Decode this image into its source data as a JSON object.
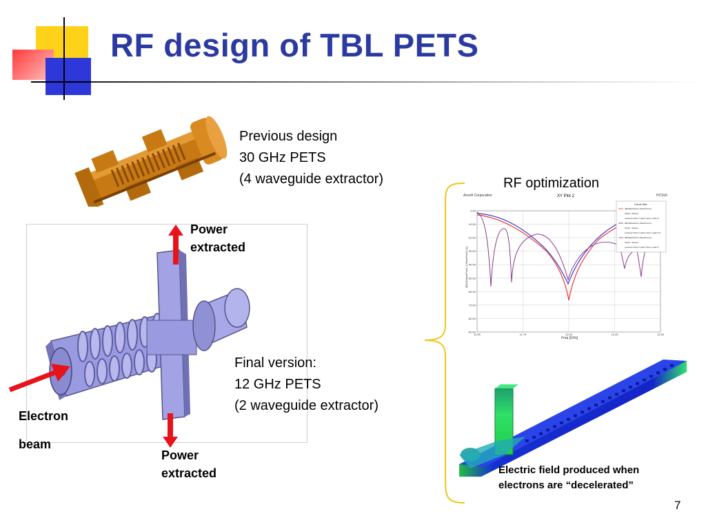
{
  "slide": {
    "title": "RF design of TBL PETS",
    "page_number": "7"
  },
  "previous": {
    "line1": "Previous design",
    "line2": "30 GHz PETS",
    "line3": "(4 waveguide extractor)"
  },
  "final": {
    "line1": "Final version:",
    "line2": "12 GHz PETS",
    "line3": "(2 waveguide extractor)"
  },
  "labels": {
    "power_top_1": "Power",
    "power_top_2": "extracted",
    "power_bottom_1": "Power",
    "power_bottom_2": "extracted",
    "electron": "Electron",
    "beam": "beam",
    "rf_optimization": "RF optimization",
    "efield_1": "Electric field produced when",
    "efield_2": "electrons are “decelerated”"
  },
  "plot": {
    "header_left": "Ansoft Corporation",
    "title": "XY Plot 2",
    "header_right": "HCSv5",
    "xlabel": "Freq [GHz]",
    "ylabel": "dB(S(WavePort1:1,WavePort1:1))",
    "yticks": [
      "0.00",
      "-10.00",
      "-20.00",
      "-30.00",
      "-40.00",
      "-50.00",
      "-60.00",
      "-70.00",
      "-80.00",
      "-90.00"
    ],
    "xticks": [
      "11.50",
      "11.75",
      "12.00",
      "12.25",
      "12.50"
    ],
    "legend_header": "Curve Info",
    "legend": [
      "dB(S(WavePort1:1,WavePort1:1))",
      "Setup1 : Sweep1",
      "extension='18mm' Lwall='1.14mm' scale='0'",
      "dB(S(WavePort1:1,WavePort1:1))",
      "Setup1 : Sweep1",
      "extension='18mm' Lwall='1.14mm' scale='0.5'",
      "dB(S(WavePort1:1,WavePort1:1))",
      "Setup1 : Sweep1",
      "extension='18mm' Lwall='1.14mm' scale='1'"
    ]
  },
  "colors": {
    "title": "#2b3aa0",
    "arrow": "#e8121a",
    "bracket": "#f0c419",
    "copper": "#c77a14",
    "structure": "#9898d8",
    "field_blue": "#1424c8"
  }
}
